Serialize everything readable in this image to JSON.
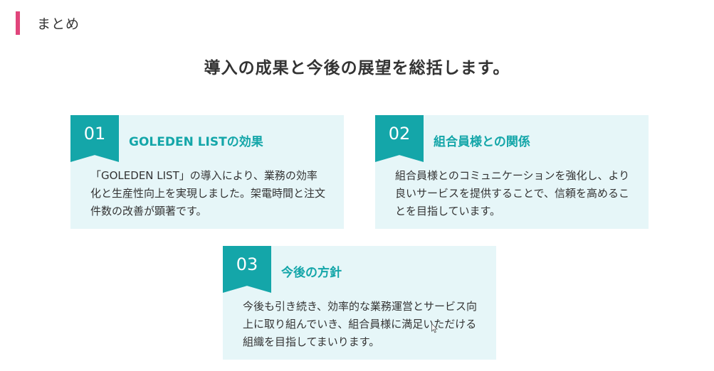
{
  "section": {
    "title": "まとめ"
  },
  "subtitle": "導入の成果と今後の展望を総括します。",
  "cards": [
    {
      "number": "01",
      "title": "GOLEDEN LISTの効果",
      "body": "「GOLEDEN LIST」の導入により、業務の効率化と生産性向上を実現しました。架電時間と注文件数の改善が顕著です。"
    },
    {
      "number": "02",
      "title": "組合員様との関係",
      "body": "組合員様とのコミュニケーションを強化し、より良いサービスを提供することで、信頼を高めることを目指しています。"
    },
    {
      "number": "03",
      "title": "今後の方針",
      "body": "今後も引き続き、効率的な業務運営とサービス向上に取り組んでいき、組合員様に満足いただける組織を目指してまいります。"
    }
  ],
  "colors": {
    "accent_bar": "#e0457b",
    "teal": "#14a6a9",
    "card_bg": "#e6f6f8"
  }
}
